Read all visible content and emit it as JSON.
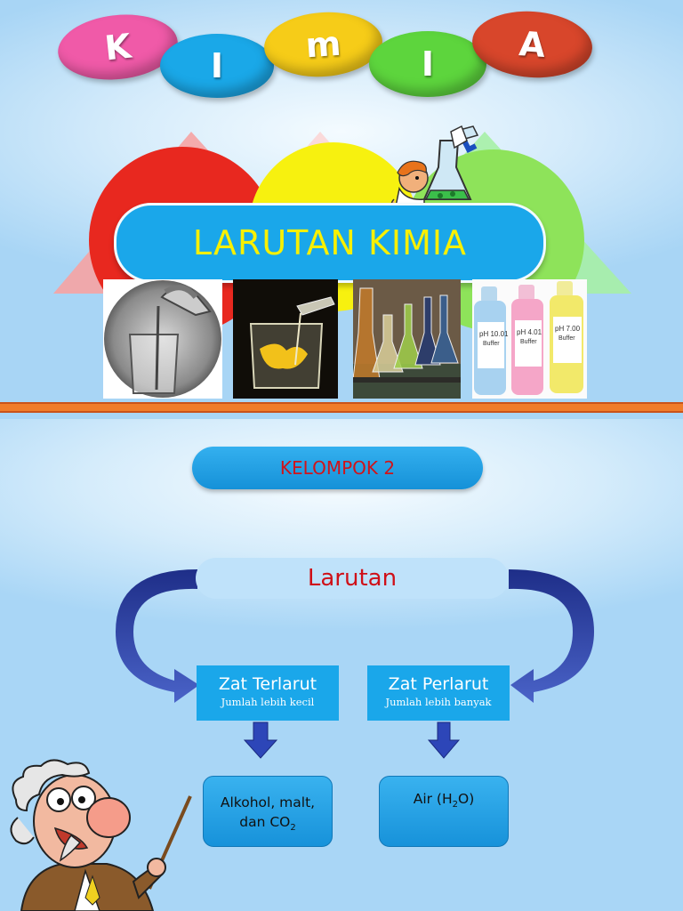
{
  "title_letters": [
    "K",
    "I",
    "M",
    "I",
    "A"
  ],
  "main_title": "LARUTAN KIMIA",
  "group_label": "KELOMPOK 2",
  "diagram": {
    "root": "Larutan",
    "branches": [
      {
        "title": "Zat Terlarut",
        "subtitle": "Jumlah lebih kecil",
        "example_main": "Alkohol, malt,",
        "example_line2": "dan CO",
        "example_sub": "2",
        "example_after": ""
      },
      {
        "title": "Zat Perlarut",
        "subtitle": "Jumlah lebih banyak",
        "example_main": "Air (H",
        "example_line2": "",
        "example_sub": "2",
        "example_after": "O)"
      }
    ]
  },
  "photos": [
    "beaker-pouring",
    "beaker-yellow-solid",
    "lab-flasks",
    "ph-buffer-bottles"
  ],
  "buffer_labels": [
    "pH 10.01",
    "Buffer",
    "pH 4.01",
    "Buffer",
    "pH 7.00",
    "Buffer"
  ],
  "colors": {
    "band": "#1aa7ea",
    "band_text": "#f8f000",
    "accent_red": "#d0141a",
    "divider": "#f07c2a",
    "arrow_dark": "#2b3f9e"
  },
  "icons": [
    "scientist-cartoon-icon",
    "professor-cartoon-icon"
  ]
}
